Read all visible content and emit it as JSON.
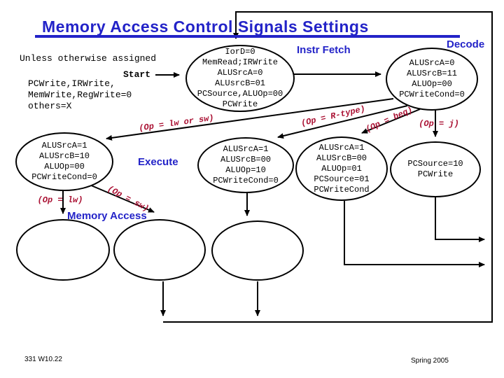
{
  "slide": {
    "title": "Memory Access Control Signals Settings",
    "footer_left": "331 W10.22",
    "footer_right": "Spring 2005"
  },
  "colors": {
    "title_blue": "#2323c8",
    "phase_label_blue": "#2323c8",
    "transition_red": "#aa1133",
    "connector_black": "#000000"
  },
  "notes": {
    "assignment_note": "Unless otherwise assigned",
    "start_label": "Start",
    "default_line1": "PCWrite,IRWrite,",
    "default_line2": "MemWrite,RegWrite=0",
    "default_line3": "others=X"
  },
  "phases": {
    "instr_fetch": "Instr Fetch",
    "decode": "Decode",
    "execute": "Execute",
    "memory_access": "Memory Access"
  },
  "states": {
    "instr_fetch": {
      "lines": [
        "IorD=0",
        "MemRead;IRWrite",
        "ALUSrcA=0",
        "ALUsrcB=01",
        "PCSource,ALUOp=00",
        "PCWrite"
      ]
    },
    "decode": {
      "lines": [
        "ALUSrcA=0",
        "ALUSrcB=11",
        "ALUOp=00",
        "PCWriteCond=0"
      ]
    },
    "execute_lw_sw": {
      "lines": [
        "ALUSrcA=1",
        "ALUSrcB=10",
        "ALUOp=00",
        "PCWriteCond=0"
      ]
    },
    "execute_rtype": {
      "lines": [
        "ALUSrcA=1",
        "ALUSrcB=00",
        "ALUOp=10",
        "PCWriteCond=0"
      ]
    },
    "execute_branch": {
      "lines": [
        "ALUSrcA=1",
        "ALUSrcB=00",
        "ALUOp=01",
        "PCSource=01",
        "PCWriteCond"
      ]
    },
    "execute_jump": {
      "lines": [
        "PCSource=10",
        "PCWrite"
      ]
    }
  },
  "transitions": {
    "lw_or_sw": "(Op = lw or sw)",
    "rtype": "(Op = R-type)",
    "beq": "(Op = beq)",
    "j": "(Op = j)",
    "lw": "(Op = lw)",
    "sw": "(Op = sw)"
  }
}
